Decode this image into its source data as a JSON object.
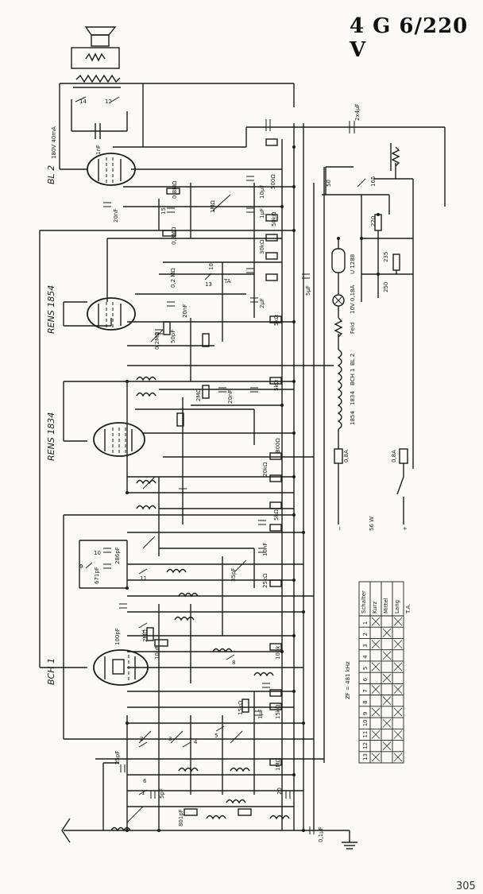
{
  "title": "4 G 6/220 V",
  "page_number": "305",
  "tubes": {
    "output": "BL 2",
    "af": "RENS 1854",
    "if": "RENS 1834",
    "mixer": "BCH 1"
  },
  "labels": {
    "v180": "180V 40mA",
    "c1nf": "1nF",
    "c2x4": "2x4µF",
    "r08m": "0,8MΩ",
    "r500": "500Ω",
    "c10u": "10µF",
    "r1m": "1MΩ",
    "c1u": "1µF",
    "r50k": "50kΩ",
    "r03m": "0,3MΩ",
    "c15": "15",
    "r30k": "30kΩ",
    "c20n": "20nF",
    "c50": "50",
    "c165": "165",
    "c220": "220",
    "c235": "235",
    "c250": "250",
    "u1288": "U 1288",
    "lamp": "10V 0,18A",
    "feld": "Feld",
    "bl2r": "BL 2",
    "bch1r": "BCH 1",
    "r1834": "1834",
    "r1854": "1854",
    "fuse": "0,8A",
    "fuse2": "0,8A",
    "power": "56 W",
    "plus": "+",
    "minus": "−",
    "r02m": "0,2 MΩ",
    "c10": "10",
    "c2u": "2µF",
    "r5k": "5kΩ",
    "c5u": "5µF",
    "r02m2": "0,2MΩ",
    "c50p": "50pF",
    "c20n2": "20nF",
    "r2m": "2MΩ",
    "c20nb": "20nF",
    "r5k2": "5kΩ",
    "r800": "800Ω",
    "r20k": "20kΩ",
    "r5k3": "5kΩ",
    "c10n": "10nF",
    "r25k": "25kΩ",
    "c35p": "35pF",
    "c286p": "286pF",
    "c671p": "671pF",
    "c100p": "100pF",
    "r2m2": "2MΩ",
    "c10u2": "10µF",
    "r100k": "100k",
    "r15k": "15kΩ",
    "c1u2": "1µF",
    "r15k2": "15kΩ",
    "r1m2": "1MΩ",
    "c25p": "25pF",
    "c5pf": "5pF",
    "c801": "801pF",
    "c20p": "20",
    "c01u": "0,1µF",
    "zf": "ZF = 481 kHz",
    "sw1": "1",
    "sw2": "2",
    "sw3": "3",
    "sw4": "4",
    "sw5": "5",
    "sw6": "6",
    "sw7": "7",
    "sw8": "8",
    "sw9": "9",
    "sw10": "10",
    "sw11": "11",
    "sw12": "12",
    "sw13": "13",
    "sw14": "14",
    "ta": "TA"
  },
  "switch_table": {
    "header_label": "Schalter",
    "contacts": [
      "1",
      "2",
      "3",
      "4",
      "5",
      "6",
      "7",
      "8",
      "9",
      "10",
      "11",
      "12",
      "13"
    ],
    "rows": [
      "Kurz",
      "Mittel",
      "Lang",
      "T.A."
    ]
  }
}
